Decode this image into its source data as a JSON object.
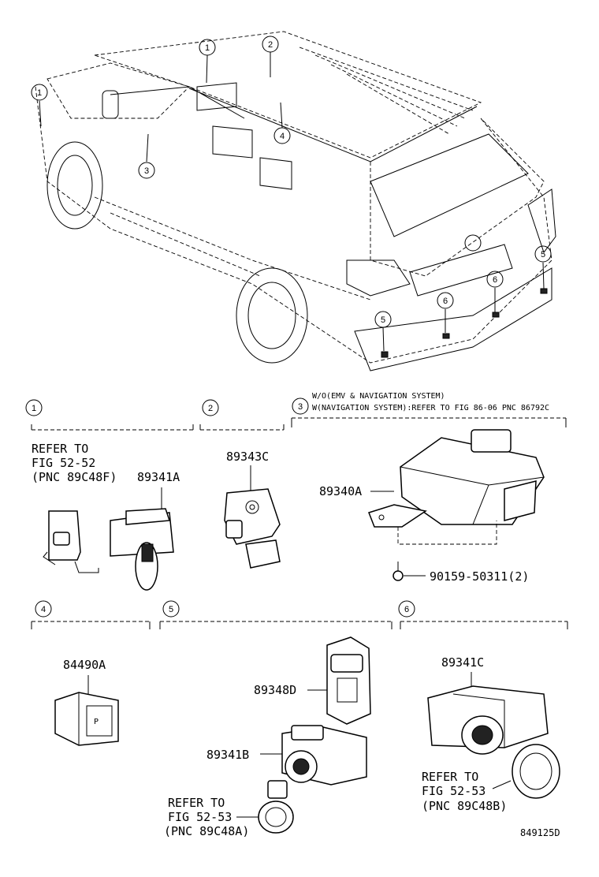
{
  "callouts": [
    "1",
    "2",
    "3",
    "4",
    "5",
    "6"
  ],
  "sections": [
    {
      "id": "1",
      "parts": [
        "89341A"
      ],
      "refs": [
        {
          "lines": [
            "REFER TO",
            "FIG 52-52",
            "(PNC 89C48F)"
          ]
        }
      ]
    },
    {
      "id": "2",
      "parts": [
        "89343C"
      ]
    },
    {
      "id": "3",
      "notes": [
        "W/O(EMV & NAVIGATION SYSTEM)",
        "W(NAVIGATION SYSTEM):REFER TO FIG 86-06 PNC 86792C"
      ],
      "parts": [
        "89340A",
        "90159-50311(2)"
      ]
    },
    {
      "id": "4",
      "parts": [
        "84490A"
      ]
    },
    {
      "id": "5",
      "parts": [
        "89348D",
        "89341B"
      ],
      "refs": [
        {
          "lines": [
            "REFER TO",
            "FIG 52-53",
            "(PNC 89C48A)"
          ]
        }
      ]
    },
    {
      "id": "6",
      "parts": [
        "89341C"
      ],
      "refs": [
        {
          "lines": [
            "REFER TO",
            "FIG 52-53",
            "(PNC 89C48B)"
          ]
        }
      ]
    }
  ],
  "labels": {
    "s1_ref1": "REFER TO",
    "s1_ref2": "FIG 52-52",
    "s1_ref3": "(PNC 89C48F)",
    "s1_part": "89341A",
    "s2_part": "89343C",
    "s3_note1": "W/O(EMV & NAVIGATION SYSTEM)",
    "s3_note2": "W(NAVIGATION SYSTEM):REFER TO FIG 86-06 PNC 86792C",
    "s3_part": "89340A",
    "s3_bolt": "90159-50311(2)",
    "s4_part": "84490A",
    "s5_part1": "89348D",
    "s5_part2": "89341B",
    "s5_ref1": "REFER TO",
    "s5_ref2": "FIG 52-53",
    "s5_ref3": "(PNC 89C48A)",
    "s6_part": "89341C",
    "s6_ref1": "REFER TO",
    "s6_ref2": "FIG 52-53",
    "s6_ref3": "(PNC 89C48B)",
    "drawing_no": "849125D"
  }
}
